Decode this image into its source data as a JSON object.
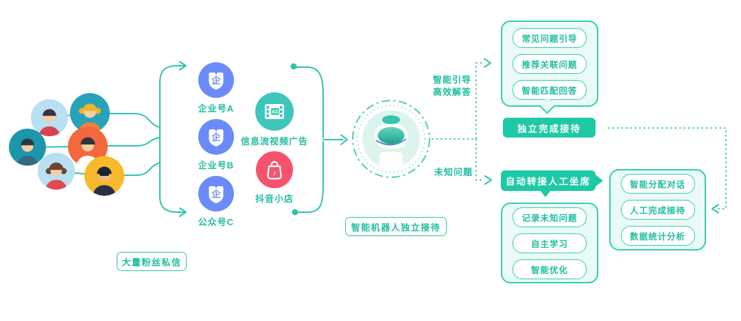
{
  "palette": {
    "teal_line": "#2cc4a9",
    "teal_fill": "#1ec9a6",
    "panel_fill": "#eafaf6",
    "panel_border": "#2fcfad",
    "blue_node": "#6b8bfb",
    "ad_node": "#3ec6bd",
    "shop_node": "#f5536d",
    "label_text": "#1fbda0"
  },
  "avatars": [
    {
      "name": "woman-dark-hair",
      "bg": "#b8e0f2"
    },
    {
      "name": "woman-blonde",
      "bg": "#27a3b8"
    },
    {
      "name": "man-teal-shirt",
      "bg": "#1b97ac"
    },
    {
      "name": "man-white-shirt",
      "bg": "#f3683c"
    },
    {
      "name": "woman-curly-hair",
      "bg": "#b8e0f2"
    },
    {
      "name": "man-sunglasses",
      "bg": "#f7b929"
    }
  ],
  "source": {
    "caption": "大量粉丝私信"
  },
  "channels": {
    "accounts": [
      {
        "label": "企业号A"
      },
      {
        "label": "企业号B"
      },
      {
        "label": "公众号C"
      }
    ],
    "ad": {
      "label": "信息流视频广告",
      "badge": "AD"
    },
    "shop": {
      "label": "抖音小店",
      "note": "♪"
    }
  },
  "icons": {
    "enterprise_badge": "企"
  },
  "bot": {
    "caption": "智能机器人独立接待"
  },
  "flow": {
    "guide_label_1": "智能引导",
    "guide_label_2": "高效解答",
    "unknown_label": "未知问题"
  },
  "guide": {
    "items": [
      "常见问题引导",
      "推荐关联问题",
      "智能匹配回答"
    ],
    "action": "独立完成接待"
  },
  "transfer": {
    "action": "自动转接人工坐席"
  },
  "agent": {
    "items": [
      "智能分配对话",
      "人工完成接待",
      "数据统计分析"
    ]
  },
  "learn": {
    "items": [
      "记录未知问题",
      "自主学习",
      "智能优化"
    ]
  }
}
